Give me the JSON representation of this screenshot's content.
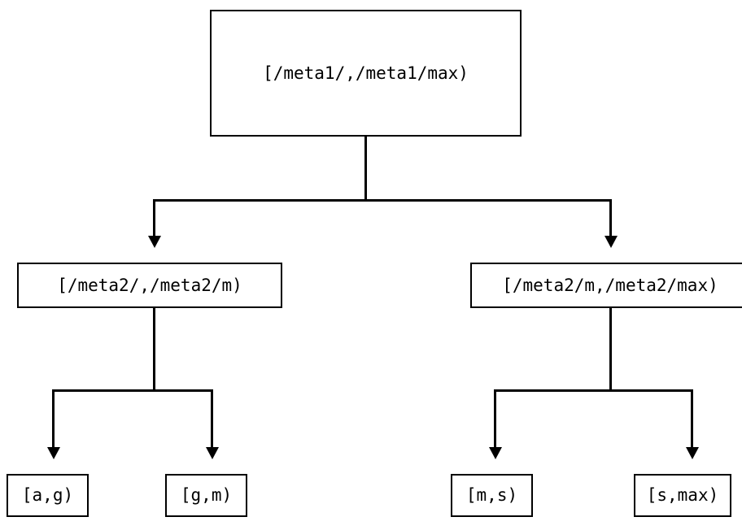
{
  "diagram": {
    "type": "tree",
    "title": "",
    "background_color": "#ffffff",
    "line_color": "#000000",
    "text_color": "#000000",
    "nodes": {
      "root": {
        "label": "[/meta1/,/meta1/max)"
      },
      "mid_left": {
        "label": "[/meta2/,/meta2/m)"
      },
      "mid_right": {
        "label": "[/meta2/m,/meta2/max)"
      },
      "leaf_1": {
        "label": "[a,g)"
      },
      "leaf_2": {
        "label": "[g,m)"
      },
      "leaf_3": {
        "label": "[m,s)"
      },
      "leaf_4": {
        "label": "[s,max)"
      }
    },
    "edges": [
      {
        "from": "root",
        "to": "mid_left",
        "arrow": "down"
      },
      {
        "from": "root",
        "to": "mid_right",
        "arrow": "down"
      },
      {
        "from": "mid_left",
        "to": "leaf_1",
        "arrow": "down"
      },
      {
        "from": "mid_left",
        "to": "leaf_2",
        "arrow": "down"
      },
      {
        "from": "mid_right",
        "to": "leaf_3",
        "arrow": "down"
      },
      {
        "from": "mid_right",
        "to": "leaf_4",
        "arrow": "down"
      }
    ]
  }
}
